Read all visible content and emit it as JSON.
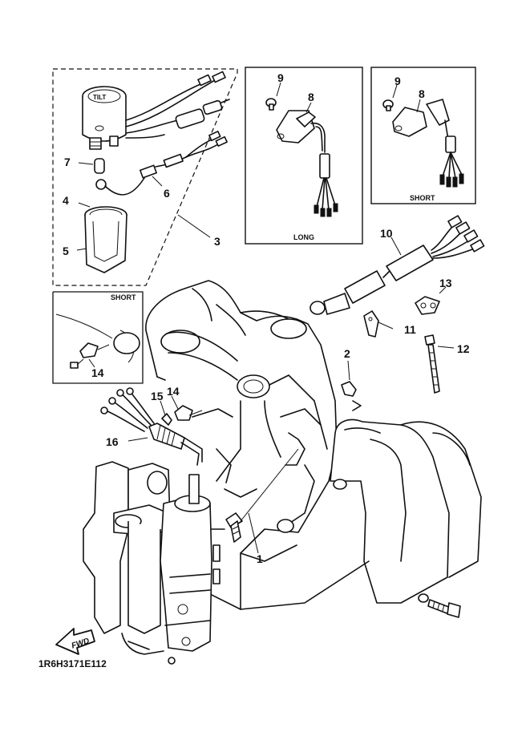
{
  "diagram": {
    "part_code": "1R6H3171E112",
    "callouts": {
      "c1": "1",
      "c2": "2",
      "c3": "3",
      "c4": "4",
      "c5": "5",
      "c6": "6",
      "c7": "7",
      "c8_long": "8",
      "c8_short": "8",
      "c9_long": "9",
      "c9_short": "9",
      "c10": "10",
      "c11": "11",
      "c12": "12",
      "c13": "13",
      "c14_inset": "14",
      "c14_main": "14",
      "c15": "15",
      "c16": "16"
    },
    "boxes": {
      "long_label": "LONG",
      "short_top_label": "SHORT",
      "short_inset_label": "SHORT"
    },
    "fwd_label": "FWD",
    "gauge_face_text": "TILT"
  }
}
